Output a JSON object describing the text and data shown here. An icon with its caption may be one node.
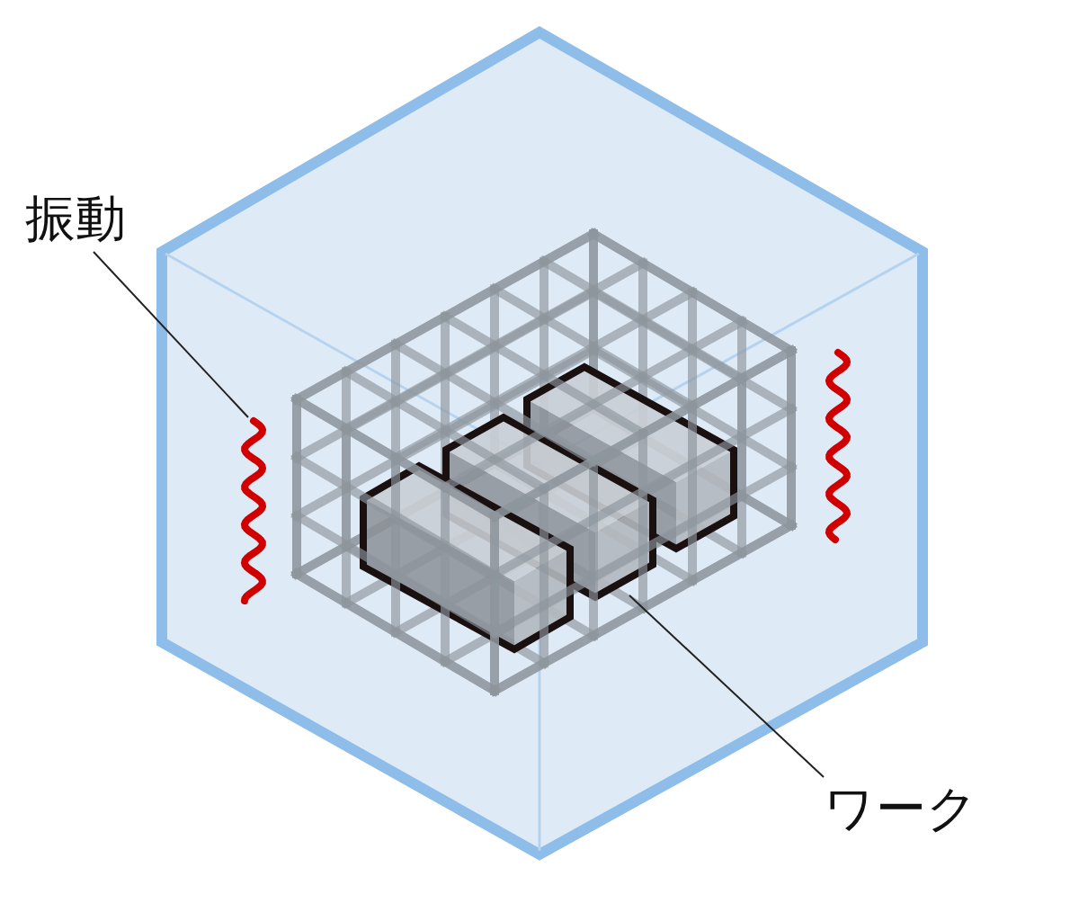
{
  "diagram": {
    "nodes": [
      {
        "text": [
          "振動"
        ]
      },
      {
        "text": [],
        "shape": "wave"
      },
      {
        "text": [],
        "shape": "box"
      },
      {
        "text": [
          "ワーク"
        ]
      }
    ],
    "edges": [
      {
        "from": 0,
        "to": 1,
        "arrow": "none"
      },
      {
        "from": 3,
        "to": 2,
        "arrow": "none"
      }
    ]
  }
}
